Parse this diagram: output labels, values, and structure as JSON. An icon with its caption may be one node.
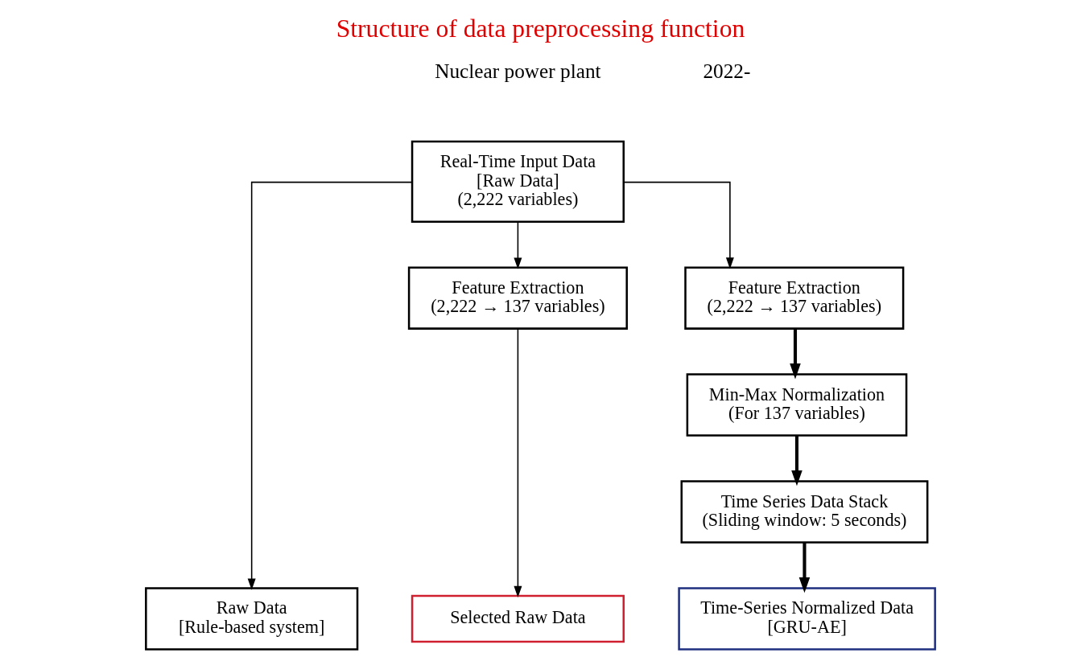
{
  "diagram": {
    "title": "Structure of data preprocessing function",
    "nodes": [
      {
        "text": [
          "Real-Time Input Data",
          "[Raw Data]",
          "(2,222 variables)"
        ]
      },
      {
        "text": [
          "Feature Extraction",
          "(2,222 → 137 variables)"
        ]
      },
      {
        "text": [
          "Feature Extraction",
          "(2,222 → 137 variables)"
        ]
      },
      {
        "text": [
          "Min-Max Normalization",
          "(For 137 variables)"
        ]
      },
      {
        "text": [
          "Time Series Data Stack",
          "(Sliding window: 5 seconds)"
        ]
      },
      {
        "text": [
          "Raw Data",
          "[Rule-based system]"
        ]
      },
      {
        "text": [
          "Selected Raw Data"
        ]
      },
      {
        "text": [
          "Time-Series Normalized Data",
          "[GRU-AE]"
        ]
      }
    ],
    "edges": [
      {
        "from": 0,
        "to": 5,
        "arrow": "to"
      },
      {
        "from": 0,
        "to": 1,
        "arrow": "to"
      },
      {
        "from": 0,
        "to": 2,
        "arrow": "to"
      },
      {
        "from": 1,
        "to": 6,
        "arrow": "to"
      },
      {
        "from": 2,
        "to": 3,
        "arrow": "to",
        "style": "thick"
      },
      {
        "from": 3,
        "to": 4,
        "arrow": "to",
        "style": "thick"
      },
      {
        "from": 4,
        "to": 7,
        "arrow": "to",
        "style": "thick"
      }
    ],
    "labels": [
      "Nuclear power plant",
      "2022-"
    ]
  }
}
